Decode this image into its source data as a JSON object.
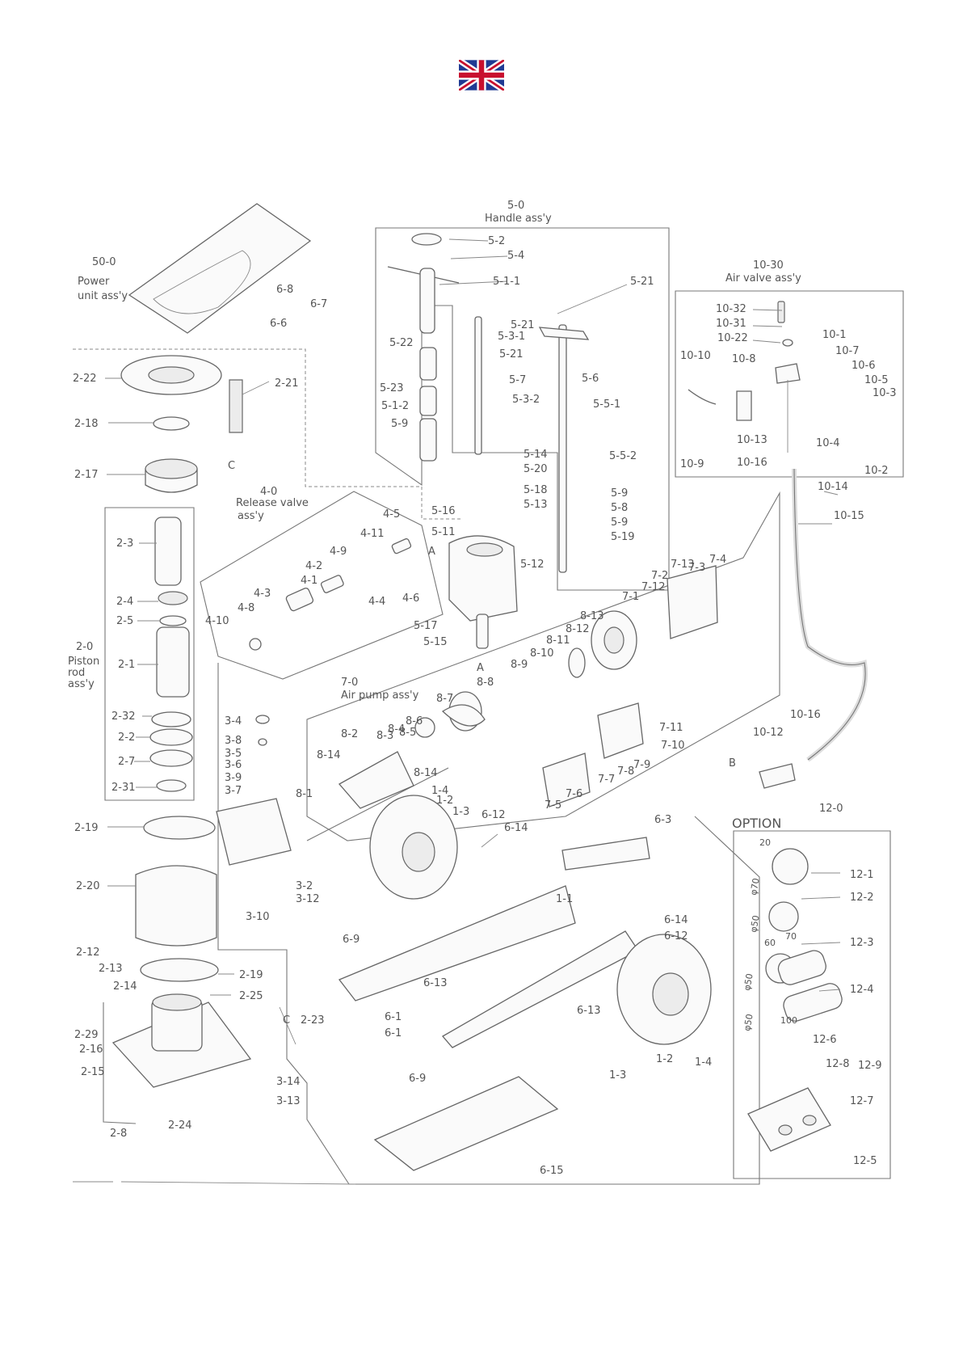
{
  "flag_icon": "united-kingdom-flag-icon",
  "colors": {
    "line": "#777777",
    "text": "#555555",
    "flag_blue": "#1f3a93",
    "flag_red": "#c8102e"
  },
  "groups": {
    "g50": {
      "num": "50-0",
      "name": [
        "Power",
        "unit ass'y"
      ]
    },
    "g50_num": "50-0",
    "g50_l1": "Power",
    "g50_l2": "unit ass'y",
    "g5_num": "5-0",
    "g5_name": "Handle ass'y",
    "g10_num": "10-30",
    "g10_name": "Air valve ass'y",
    "g4_num": "4-0",
    "g4_l1": "Release valve",
    "g4_l2": "ass'y",
    "g2_num": "2-0",
    "g2_l1": "Piston",
    "g2_l2": "rod",
    "g2_l3": "ass'y",
    "g7_num": "7-0",
    "g7_name": "Air pump ass'y",
    "g12_num": "12-0",
    "g12_name": "OPTION"
  },
  "letters": {
    "a": "A",
    "b": "B",
    "c": "C"
  },
  "labels": {
    "l_6_8": "6-8",
    "l_6_7": "6-7",
    "l_6_6": "6-6",
    "l_2_22": "2-22",
    "l_2_21": "2-21",
    "l_2_18": "2-18",
    "l_2_17": "2-17",
    "l_2_3": "2-3",
    "l_2_4": "2-4",
    "l_2_5": "2-5",
    "l_2_1": "2-1",
    "l_2_32": "2-32",
    "l_2_2": "2-2",
    "l_2_7": "2-7",
    "l_2_31": "2-31",
    "l_2_19a": "2-19",
    "l_2_20": "2-20",
    "l_2_19b": "2-19",
    "l_2_25": "2-25",
    "l_2_12": "2-12",
    "l_2_13": "2-13",
    "l_2_14": "2-14",
    "l_2_29": "2-29",
    "l_2_16": "2-16",
    "l_2_15": "2-15",
    "l_2_8": "2-8",
    "l_2_24": "2-24",
    "l_2_23": "2-23",
    "l_5_2": "5-2",
    "l_5_4": "5-4",
    "l_5_1_1": "5-1-1",
    "l_5_21a": "5-21",
    "l_5_21b": "5-21",
    "l_5_3_1": "5-3-1",
    "l_5_21c": "5-21",
    "l_5_22": "5-22",
    "l_5_7": "5-7",
    "l_5_6": "5-6",
    "l_5_23": "5-23",
    "l_5_1_2": "5-1-2",
    "l_5_3_2": "5-3-2",
    "l_5_5_1": "5-5-1",
    "l_5_9a": "5-9",
    "l_5_5_2": "5-5-2",
    "l_5_14": "5-14",
    "l_5_20": "5-20",
    "l_5_18": "5-18",
    "l_5_16": "5-16",
    "l_5_13": "5-13",
    "l_5_9b": "5-9",
    "l_5_8": "5-8",
    "l_5_9c": "5-9",
    "l_5_11": "5-11",
    "l_5_19": "5-19",
    "l_5_12": "5-12",
    "l_5_17": "5-17",
    "l_5_15": "5-15",
    "l_10_32": "10-32",
    "l_10_31": "10-31",
    "l_10_22": "10-22",
    "l_10_1": "10-1",
    "l_10_10": "10-10",
    "l_10_8": "10-8",
    "l_10_7": "10-7",
    "l_10_6": "10-6",
    "l_10_5": "10-5",
    "l_10_3": "10-3",
    "l_10_13": "10-13",
    "l_10_4": "10-4",
    "l_10_9": "10-9",
    "l_10_16a": "10-16",
    "l_10_2": "10-2",
    "l_10_14": "10-14",
    "l_10_15": "10-15",
    "l_10_16b": "10-16",
    "l_10_12": "10-12",
    "l_4_5": "4-5",
    "l_4_11": "4-11",
    "l_4_9": "4-9",
    "l_4_2": "4-2",
    "l_4_1": "4-1",
    "l_4_3": "4-3",
    "l_4_8": "4-8",
    "l_4_10": "4-10",
    "l_4_4": "4-4",
    "l_4_6": "4-6",
    "l_7_4": "7-4",
    "l_7_3": "7-3",
    "l_7_13": "7-13",
    "l_7_2": "7-2",
    "l_7_12": "7-12",
    "l_7_1": "7-1",
    "l_8_13": "8-13",
    "l_8_12": "8-12",
    "l_8_11": "8-11",
    "l_8_10": "8-10",
    "l_8_9": "8-9",
    "l_8_8": "8-8",
    "l_8_7": "8-7",
    "l_8_6": "8-6",
    "l_8_4": "8-4",
    "l_8_5": "8-5",
    "l_8_3": "8-3",
    "l_8_2": "8-2",
    "l_8_14a": "8-14",
    "l_8_14b": "8-14",
    "l_8_1": "8-1",
    "l_7_11": "7-11",
    "l_7_10": "7-10",
    "l_7_9": "7-9",
    "l_7_8": "7-8",
    "l_7_7": "7-7",
    "l_7_6": "7-6",
    "l_7_5": "7-5",
    "l_3_4": "3-4",
    "l_3_8": "3-8",
    "l_3_5": "3-5",
    "l_3_6": "3-6",
    "l_3_9": "3-9",
    "l_3_7": "3-7",
    "l_3_2": "3-2",
    "l_3_12": "3-12",
    "l_3_10": "3-10",
    "l_3_14": "3-14",
    "l_3_13": "3-13",
    "l_1_4a": "1-4",
    "l_1_2a": "1-2",
    "l_1_3a": "1-3",
    "l_6_12a": "6-12",
    "l_6_14a": "6-14",
    "l_6_3": "6-3",
    "l_1_1": "1-1",
    "l_6_14b": "6-14",
    "l_6_12b": "6-12",
    "l_6_9a": "6-9",
    "l_6_13a": "6-13",
    "l_6_13b": "6-13",
    "l_6_1a": "6-1",
    "l_6_1b": "6-1",
    "l_6_9b": "6-9",
    "l_1_3b": "1-3",
    "l_1_2b": "1-2",
    "l_1_4b": "1-4",
    "l_6_15": "6-15",
    "l_12_1": "12-1",
    "l_12_2": "12-2",
    "l_12_3": "12-3",
    "l_12_4": "12-4",
    "l_12_6": "12-6",
    "l_12_8": "12-8",
    "l_12_9": "12-9",
    "l_12_7": "12-7",
    "l_12_5": "12-5"
  },
  "dimensions": {
    "d20": "20",
    "d70": "φ70",
    "d50a": "φ50",
    "d60": "60",
    "d70b": "70",
    "d50b": "φ50",
    "d50c": "φ50",
    "d100": "100"
  }
}
